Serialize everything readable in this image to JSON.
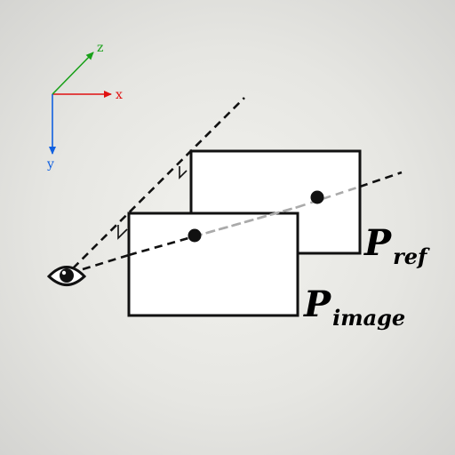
{
  "axes": {
    "x_label": "x",
    "y_label": "y",
    "z_label": "z",
    "x_color": "#e01010",
    "y_color": "#1060e0",
    "z_color": "#18a018"
  },
  "planes": {
    "ref": {
      "label_main": "P",
      "label_sub": "ref"
    },
    "image": {
      "label_main": "P",
      "label_sub": "image"
    }
  },
  "icons": {
    "eye": "eye-icon"
  },
  "colors": {
    "line_dark": "#111111",
    "line_hidden": "#aaaaaa"
  }
}
